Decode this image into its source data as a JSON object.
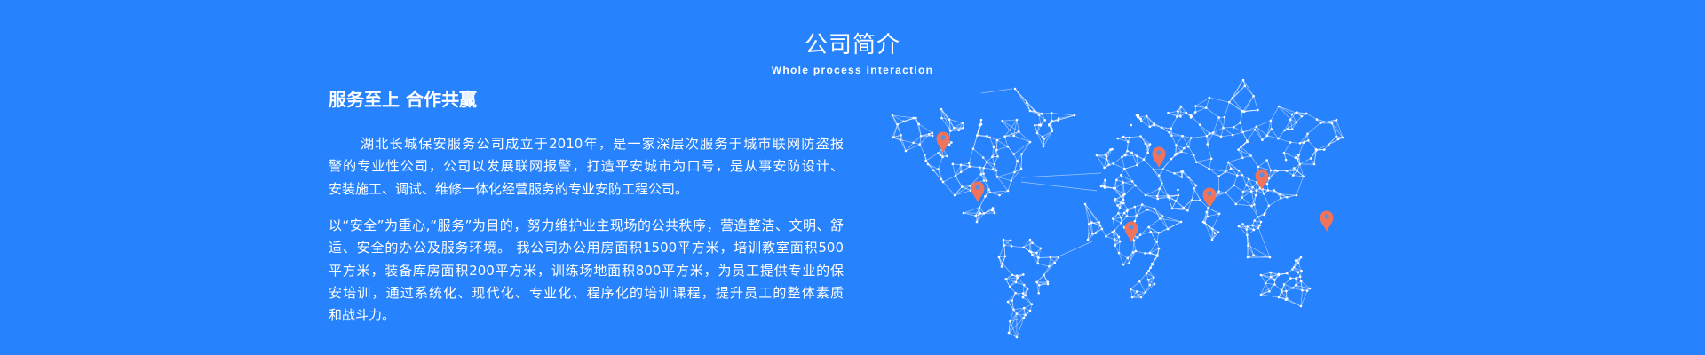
{
  "section": {
    "title": "公司简介",
    "subtitle": "Whole process interaction"
  },
  "intro": {
    "heading": "服务至上 合作共赢",
    "paragraph1": [
      "湖北长城保安服务公司成立于2010年，是一家深层次服务于城市联网防盗报",
      "警的专业性公司，公司以发展联网报警，打造平安城市为口号，是从事安防设计、",
      "安装施工、调试、维修一体化经营服务的专业安防工程公司。"
    ],
    "paragraph2": [
      "以“安全”为重心,“服务”为目的，努力维护业主现场的公共秩序，营造整洁、文明、舒",
      "适、安全的办公及服务环境。 我公司办公用房面积1500平方米，培训教室面积500",
      "平方米，装备库房面积200平方米，训练场地面积800平方米，为员工提供专业的保",
      "安培训，通过系统化、现代化、专业化、程序化的培训课程，提升员工的整体素质",
      "和战斗力。"
    ]
  },
  "map": {
    "icon": "world-network-map",
    "pin_icon": "location-pin-icon",
    "pin_color": "#f0735a",
    "node_color": "#ffffff",
    "background": "#2782fe",
    "pin_count": 7
  }
}
